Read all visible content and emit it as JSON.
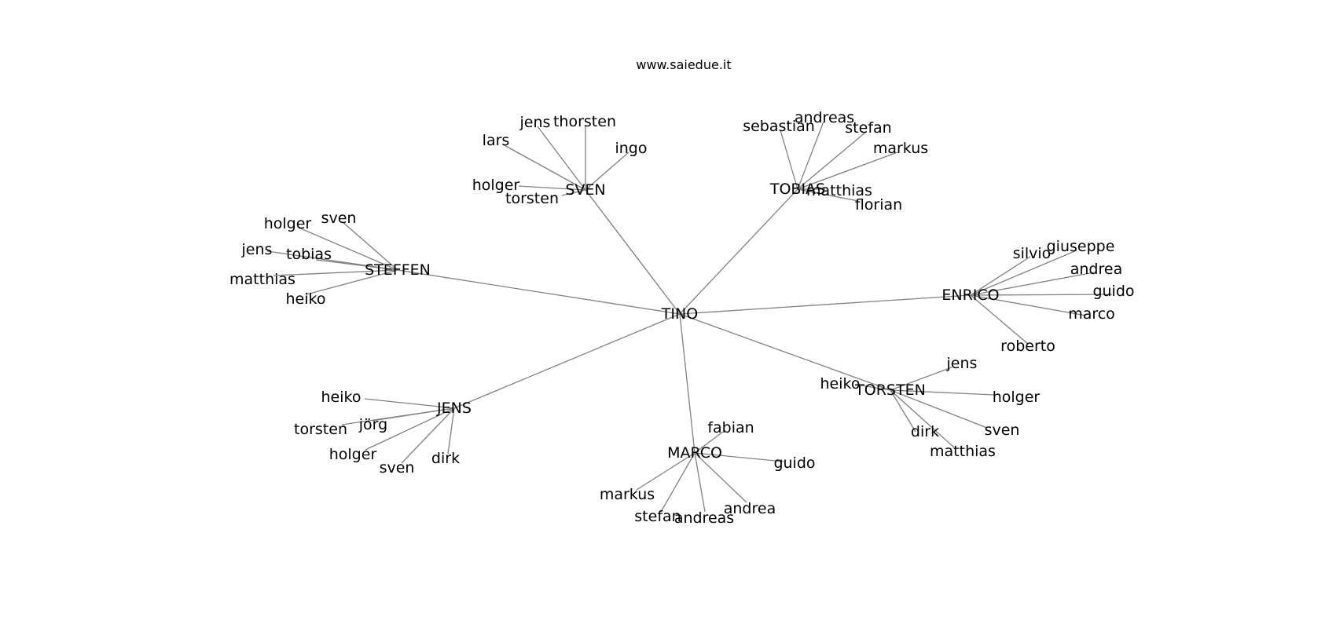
{
  "title": "www.saiedue.it",
  "root": "TINO",
  "hubs": [
    {
      "name": "SVEN",
      "children": [
        "jens",
        "thorsten",
        "lars",
        "ingo",
        "holger",
        "torsten"
      ]
    },
    {
      "name": "TOBIAS",
      "children": [
        "sebastian",
        "andreas",
        "stefan",
        "markus",
        "matthias",
        "florian"
      ]
    },
    {
      "name": "STEFFEN",
      "children": [
        "holger",
        "sven",
        "jens",
        "tobias",
        "matthias",
        "heiko"
      ]
    },
    {
      "name": "ENRICO",
      "children": [
        "silvio",
        "giuseppe",
        "andrea",
        "guido",
        "marco",
        "roberto"
      ]
    },
    {
      "name": "TORSTEN",
      "children": [
        "heiko",
        "jens",
        "holger",
        "sven",
        "dirk",
        "matthias"
      ]
    },
    {
      "name": "JENS",
      "children": [
        "heiko",
        "torsten",
        "jörg",
        "holger",
        "sven",
        "dirk"
      ]
    },
    {
      "name": "MARCO",
      "children": [
        "fabian",
        "guido",
        "markus",
        "stefan",
        "andreas",
        "andrea"
      ]
    }
  ]
}
